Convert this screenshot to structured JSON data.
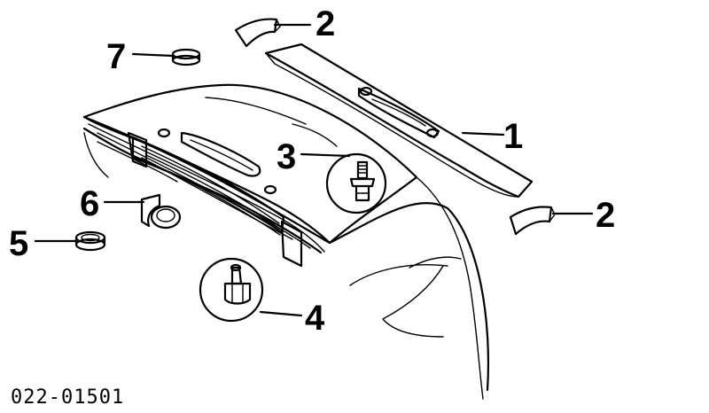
{
  "callouts": [
    {
      "id": "c1",
      "label": "1"
    },
    {
      "id": "c2a",
      "label": "2"
    },
    {
      "id": "c2b",
      "label": "2"
    },
    {
      "id": "c3",
      "label": "3"
    },
    {
      "id": "c4",
      "label": "4"
    },
    {
      "id": "c5",
      "label": "5"
    },
    {
      "id": "c6",
      "label": "6"
    },
    {
      "id": "c7",
      "label": "7"
    }
  ],
  "diagram_code": "022-01501"
}
